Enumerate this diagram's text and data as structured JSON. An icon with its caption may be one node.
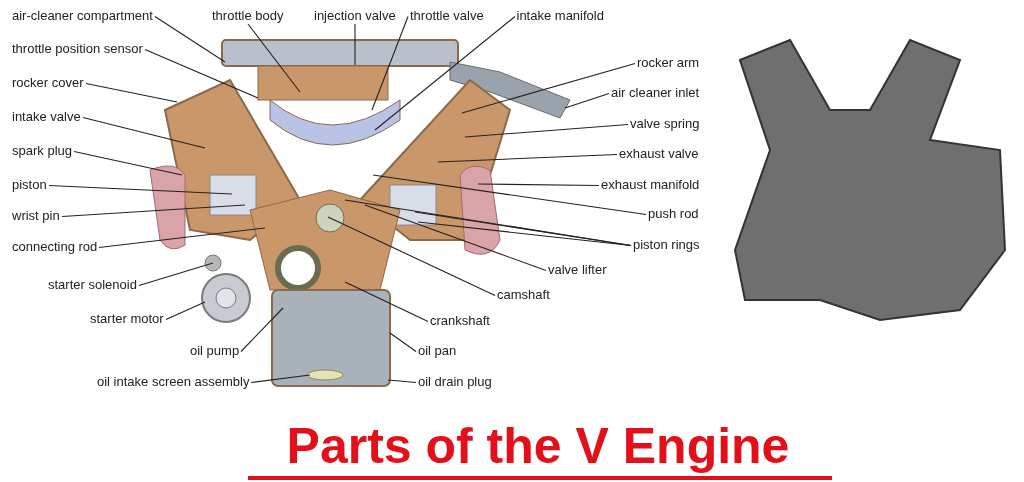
{
  "diagram": {
    "title": "Parts of the V Engine",
    "nodes": [
      {
        "text": [
          "air-cleaner compartment"
        ]
      },
      {
        "text": [
          "throttle position sensor"
        ]
      },
      {
        "text": [
          "rocker cover"
        ]
      },
      {
        "text": [
          "intake valve"
        ]
      },
      {
        "text": [
          "spark plug"
        ]
      },
      {
        "text": [
          "piston"
        ]
      },
      {
        "text": [
          "wrist pin"
        ]
      },
      {
        "text": [
          "connecting rod"
        ]
      },
      {
        "text": [
          "starter solenoid"
        ]
      },
      {
        "text": [
          "starter motor"
        ]
      },
      {
        "text": [
          "oil pump"
        ]
      },
      {
        "text": [
          "oil intake screen assembly"
        ]
      },
      {
        "text": [
          "throttle body"
        ]
      },
      {
        "text": [
          "injection valve"
        ]
      },
      {
        "text": [
          "throttle valve"
        ]
      },
      {
        "text": [
          "intake manifold"
        ]
      },
      {
        "text": [
          "rocker arm"
        ]
      },
      {
        "text": [
          "air cleaner inlet"
        ]
      },
      {
        "text": [
          "valve spring"
        ]
      },
      {
        "text": [
          "exhaust valve"
        ]
      },
      {
        "text": [
          "exhaust manifold"
        ]
      },
      {
        "text": [
          "push rod"
        ]
      },
      {
        "text": [
          "piston rings"
        ]
      },
      {
        "text": [
          "valve lifter"
        ]
      },
      {
        "text": [
          "camshaft"
        ]
      },
      {
        "text": [
          "crankshaft"
        ]
      },
      {
        "text": [
          "oil pan"
        ]
      },
      {
        "text": [
          "oil drain plug"
        ]
      }
    ],
    "edges": [
      {
        "from": 0,
        "to": null,
        "arrow": "none"
      },
      {
        "from": 1,
        "to": null,
        "arrow": "none"
      },
      {
        "from": 2,
        "to": null,
        "arrow": "none"
      },
      {
        "from": 3,
        "to": null,
        "arrow": "none"
      },
      {
        "from": 4,
        "to": null,
        "arrow": "none"
      },
      {
        "from": 5,
        "to": null,
        "arrow": "none"
      },
      {
        "from": 6,
        "to": null,
        "arrow": "none"
      },
      {
        "from": 7,
        "to": null,
        "arrow": "none"
      },
      {
        "from": 8,
        "to": null,
        "arrow": "none"
      },
      {
        "from": 9,
        "to": null,
        "arrow": "none"
      },
      {
        "from": 10,
        "to": null,
        "arrow": "none"
      },
      {
        "from": 11,
        "to": null,
        "arrow": "none"
      },
      {
        "from": 12,
        "to": null,
        "arrow": "none"
      },
      {
        "from": 13,
        "to": null,
        "arrow": "none"
      },
      {
        "from": 14,
        "to": null,
        "arrow": "none"
      },
      {
        "from": 15,
        "to": null,
        "arrow": "none"
      },
      {
        "from": 16,
        "to": null,
        "arrow": "none"
      },
      {
        "from": 17,
        "to": null,
        "arrow": "none"
      },
      {
        "from": 18,
        "to": null,
        "arrow": "none"
      },
      {
        "from": 19,
        "to": null,
        "arrow": "none"
      },
      {
        "from": 20,
        "to": null,
        "arrow": "none"
      },
      {
        "from": 21,
        "to": null,
        "arrow": "none"
      },
      {
        "from": 22,
        "to": null,
        "arrow": "none"
      },
      {
        "from": 22,
        "to": null,
        "arrow": "none"
      },
      {
        "from": 22,
        "to": null,
        "arrow": "none"
      },
      {
        "from": 23,
        "to": null,
        "arrow": "none"
      },
      {
        "from": 24,
        "to": null,
        "arrow": "none"
      },
      {
        "from": 25,
        "to": null,
        "arrow": "none"
      },
      {
        "from": 26,
        "to": null,
        "arrow": "none"
      },
      {
        "from": 27,
        "to": null,
        "arrow": "none"
      }
    ]
  }
}
